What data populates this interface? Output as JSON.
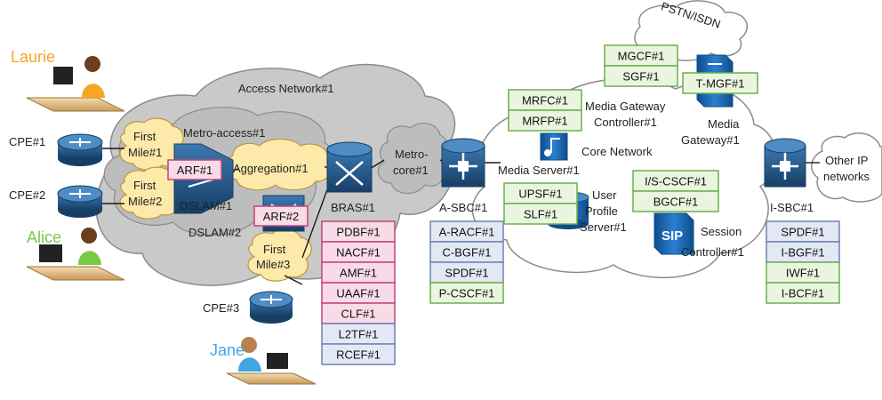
{
  "users": {
    "laurie": "Laurie",
    "alice": "Alice",
    "jane": "Jane"
  },
  "cpe": {
    "cpe1": "CPE#1",
    "cpe2": "CPE#2",
    "cpe3": "CPE#3"
  },
  "clouds": {
    "access_network": "Access Network#1",
    "metro_access": "Metro-access#1",
    "first_mile_1": [
      "First",
      "Mile#1"
    ],
    "first_mile_2": [
      "First",
      "Mile#2"
    ],
    "first_mile_3": [
      "First",
      "Mile#3"
    ],
    "aggregation": "Aggregation#1",
    "metro_core": [
      "Metro-",
      "core#1"
    ],
    "pstn": "PSTN/ISDN",
    "core_network": "Core Network",
    "other_ip": [
      "Other IP",
      "networks"
    ]
  },
  "nodes": {
    "dslam1": "DSLAM#1",
    "dslam2": "DSLAM#2",
    "bras": "BRAS#1",
    "asbc": "A-SBC#1",
    "media_server": "Media Server#1",
    "user_profile": [
      "User",
      "Profile",
      "Server#1"
    ],
    "mgc": [
      "Media Gateway",
      "Controller#1"
    ],
    "media_gateway": [
      "Media",
      "Gateway#1"
    ],
    "session_controller": [
      "Session",
      "Controller#1"
    ],
    "isbc": "I-SBC#1"
  },
  "functions": {
    "arf1": "ARF#1",
    "arf2": "ARF#2",
    "bras_stack": [
      "PDBF#1",
      "NACF#1",
      "AMF#1",
      "UAAF#1",
      "CLF#1",
      "L2TF#1",
      "RCEF#1"
    ],
    "asbc_stack": [
      "A-RACF#1",
      "C-BGF#1",
      "SPDF#1",
      "P-CSCF#1"
    ],
    "mrf_stack": [
      "MRFC#1",
      "MRFP#1"
    ],
    "mgcf_stack": [
      "MGCF#1",
      "SGF#1"
    ],
    "tmgf": "T-MGF#1",
    "upsf_stack": [
      "UPSF#1",
      "SLF#1"
    ],
    "cscf_stack": [
      "I/S-CSCF#1",
      "BGCF#1"
    ],
    "isbc_stack": [
      "SPDF#1",
      "I-BGF#1",
      "IWF#1",
      "I-BCF#1"
    ],
    "sip_logo": "SIP"
  },
  "colors": {
    "pink_fill": "#f9dbe8",
    "pink_border": "#c0457a",
    "blue_fill": "#e3e8f5",
    "blue_border": "#7181b3",
    "green_fill": "#eaf5df",
    "green_border": "#6ab04c",
    "router_blue": "#1f4e79",
    "cloud_grey": "#c9c9c9",
    "cloud_yellow": "#fde9a9",
    "laurie_label": "#f5a623",
    "alice_label": "#7ac943",
    "jane_label": "#3fa8e0"
  }
}
